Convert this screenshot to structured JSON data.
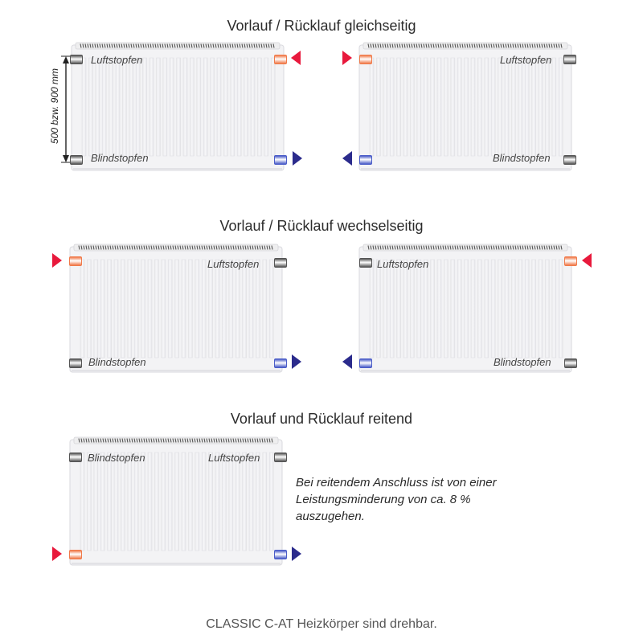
{
  "headings": {
    "same_side": "Vorlauf / Rücklauf gleichseitig",
    "alternate_side": "Vorlauf / Rücklauf wechselseitig",
    "riding": "Vorlauf und Rücklauf reitend"
  },
  "labels": {
    "air_plug": "Luftstopfen",
    "blind_plug": "Blindstopfen"
  },
  "dimension": "500 bzw. 900 mm",
  "note": "Bei reitendem Anschluss ist von einer Leistungsminderung von ca. 8 % auszugehen.",
  "footer": "CLASSIC  C-AT Heizkörper sind drehbar.",
  "colors": {
    "supply": "#e8193c",
    "return": "#2b2b8c",
    "supply_connector": "#f07a4a",
    "return_connector": "#4a5cc8",
    "plug": "#555555"
  }
}
